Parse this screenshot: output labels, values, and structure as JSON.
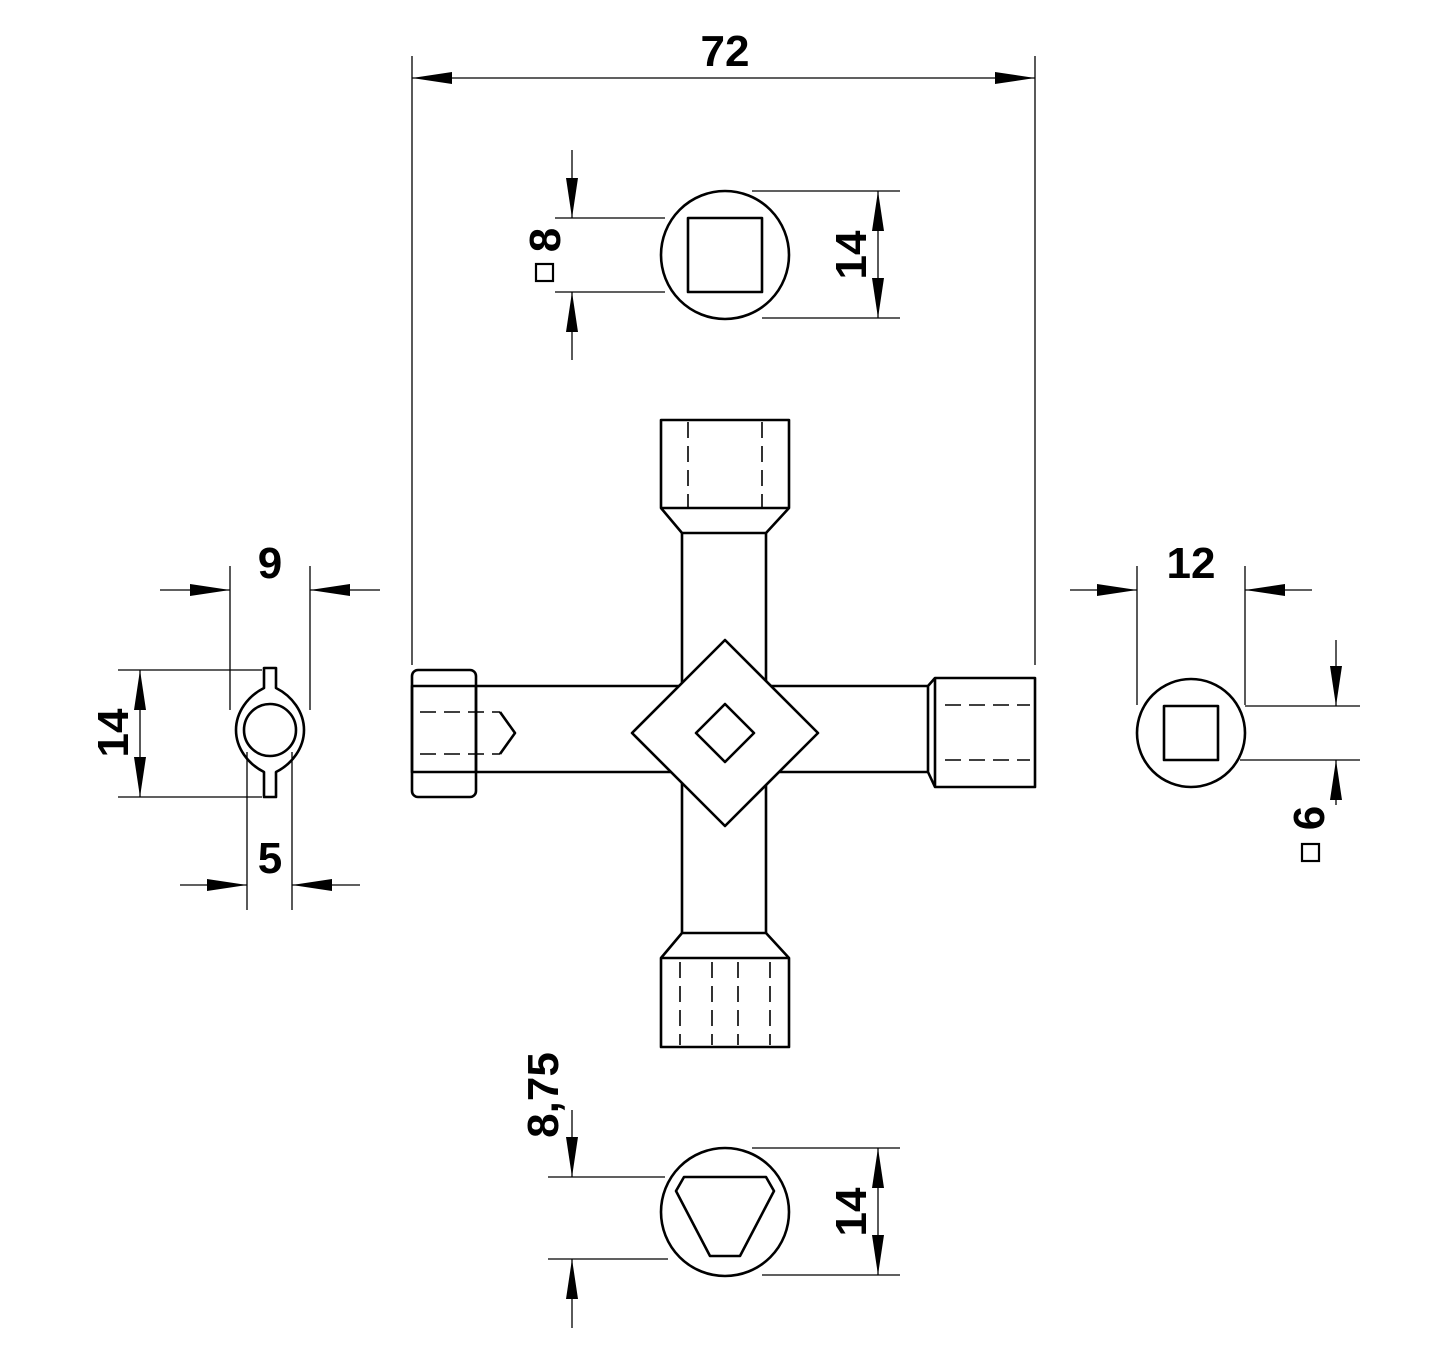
{
  "drawing": {
    "dimensions": {
      "overall_width": "72",
      "top_outer": "14",
      "top_square": "8",
      "left_width": "9",
      "left_height": "14",
      "left_inner": "5",
      "right_width": "12",
      "right_square": "6",
      "bottom_triangle": "8,75",
      "bottom_outer": "14"
    },
    "colors": {
      "line": "#000000",
      "background": "#ffffff"
    }
  }
}
